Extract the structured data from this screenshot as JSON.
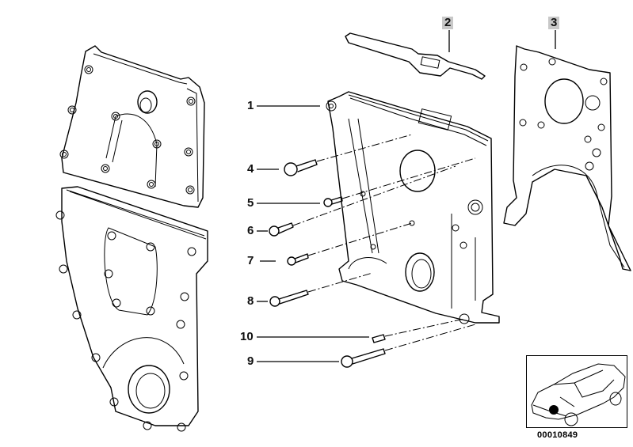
{
  "diagram": {
    "title": "Timing case cover assembly exploded view",
    "callouts": [
      {
        "id": "1",
        "part": "Timing case cover, lower"
      },
      {
        "id": "2",
        "part": "Gasket"
      },
      {
        "id": "3",
        "part": "Gasket"
      },
      {
        "id": "4",
        "part": "Hex bolt"
      },
      {
        "id": "5",
        "part": "Hex bolt"
      },
      {
        "id": "6",
        "part": "Socket head bolt"
      },
      {
        "id": "7",
        "part": "Hex bolt"
      },
      {
        "id": "8",
        "part": "Hex bolt"
      },
      {
        "id": "9",
        "part": "Hex bolt"
      },
      {
        "id": "10",
        "part": "Dowel sleeve"
      }
    ],
    "boxed_callouts": [
      "2",
      "3"
    ],
    "reference_code": "00010849",
    "inset": {
      "subject": "vehicle-locator",
      "marker": "engine-front-position"
    },
    "colors": {
      "line": "#000000",
      "callout_box": "#c8c8c8",
      "background": "#ffffff"
    }
  }
}
